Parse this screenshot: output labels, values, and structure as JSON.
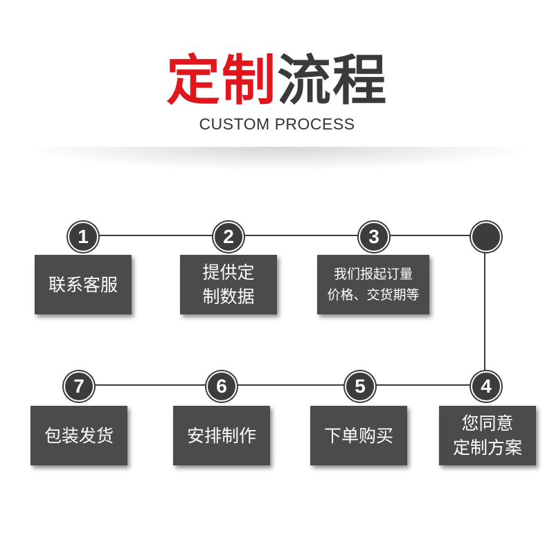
{
  "header": {
    "title_red": "定制",
    "title_dark": "流程",
    "subtitle": "CUSTOM PROCESS"
  },
  "colors": {
    "accent": "#e0161c",
    "box": "#4b4b4b",
    "node": "#3c3c3c",
    "line": "#3a3a3a"
  },
  "steps": [
    {
      "number": "1",
      "lines": [
        "联系客服"
      ]
    },
    {
      "number": "2",
      "lines": [
        "提供定",
        "制数据"
      ]
    },
    {
      "number": "3",
      "lines": [
        "我们报起订量",
        "价格、交货期等"
      ]
    },
    {
      "number": "4",
      "lines": [
        "您同意",
        "定制方案"
      ]
    },
    {
      "number": "5",
      "lines": [
        "下单购买"
      ]
    },
    {
      "number": "6",
      "lines": [
        "安排制作"
      ]
    },
    {
      "number": "7",
      "lines": [
        "包装发货"
      ]
    }
  ]
}
